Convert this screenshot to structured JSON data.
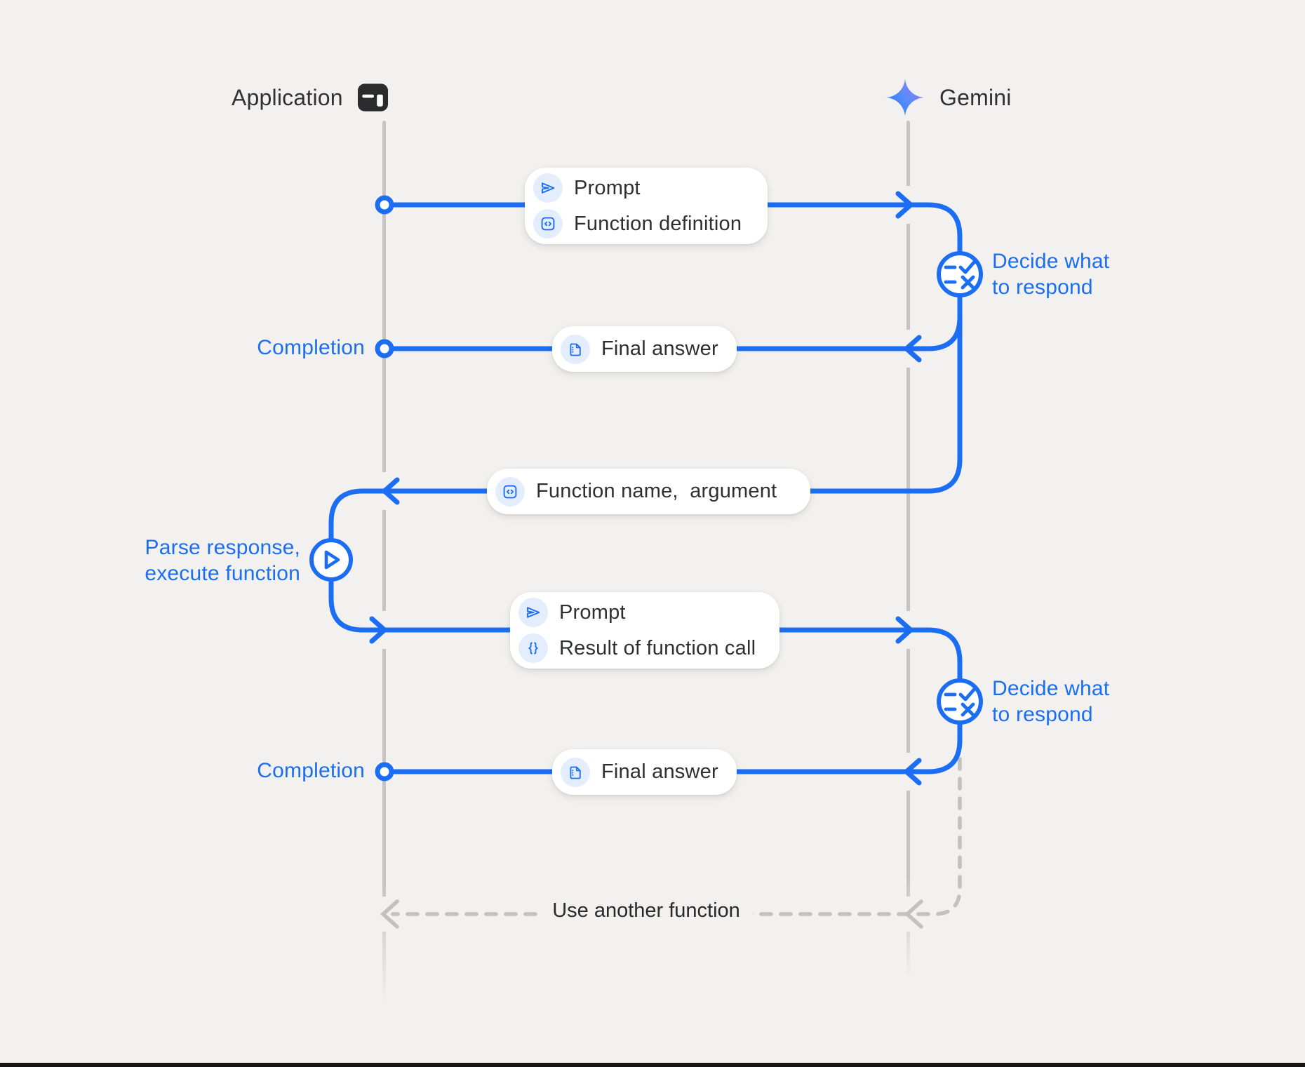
{
  "colors": {
    "background": "#f2f1ef",
    "accent_blue": "#1b6ef3",
    "icon_circle_bg": "#e4edfc",
    "lifeline_gray": "#c5c4c2",
    "dark_text": "#2e2f31"
  },
  "actors": {
    "application": {
      "label": "Application",
      "icon": "app-window-icon"
    },
    "gemini": {
      "label": "Gemini",
      "icon": "gemini-sparkle-icon"
    }
  },
  "messages": {
    "prompt_function_definition": {
      "rows": [
        {
          "icon": "send-icon",
          "label": "Prompt"
        },
        {
          "icon": "code-box-icon",
          "label": "Function definition"
        }
      ]
    },
    "final_answer_1": {
      "icon": "document-icon",
      "label": "Final answer"
    },
    "function_name_argument": {
      "icon": "code-box-icon",
      "label": "Function name,  argument"
    },
    "prompt_result": {
      "rows": [
        {
          "icon": "send-icon",
          "label": "Prompt"
        },
        {
          "icon": "braces-icon",
          "label": "Result of function call"
        }
      ]
    },
    "final_answer_2": {
      "icon": "document-icon",
      "label": "Final answer"
    },
    "use_another_function": {
      "label": "Use another function"
    }
  },
  "annotations": {
    "completion_1": "Completion",
    "completion_2": "Completion",
    "decide_1": {
      "line1": "Decide what",
      "line2": "to respond"
    },
    "decide_2": {
      "line1": "Decide what",
      "line2": "to respond"
    },
    "parse": {
      "line1": "Parse response,",
      "line2": "execute function"
    }
  }
}
